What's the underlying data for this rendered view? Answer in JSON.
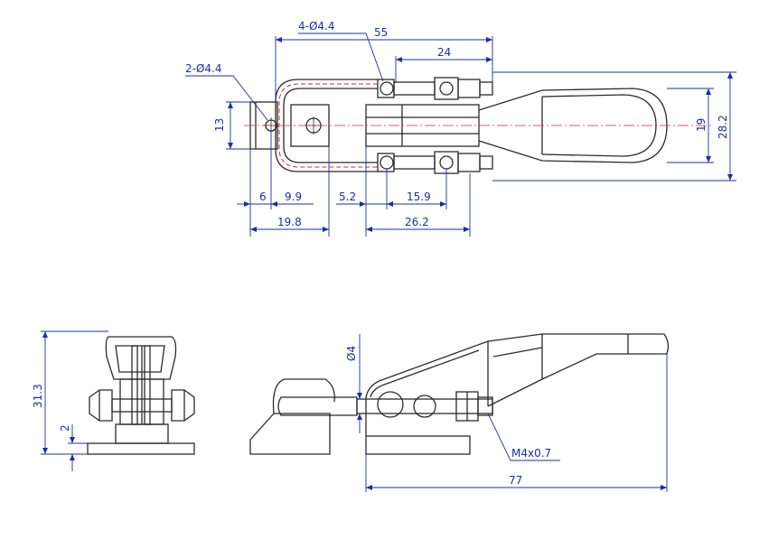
{
  "colors": {
    "outline": "#2b2b2b",
    "dimension": "#1a2fa3",
    "hidden": "#c03030",
    "background": "#ffffff"
  },
  "top_view": {
    "holes_4": "4-Ø4.4",
    "holes_2": "2-Ø4.4",
    "dim_55": "55",
    "dim_24": "24",
    "dim_13": "13",
    "dim_19": "19",
    "dim_28_2": "28.2",
    "dim_6": "6",
    "dim_9_9": "9.9",
    "dim_5_2": "5.2",
    "dim_15_9": "15.9",
    "dim_19_8": "19.8",
    "dim_26_2": "26.2"
  },
  "end_view": {
    "dim_31_3": "31.3",
    "dim_2": "2"
  },
  "side_view": {
    "dim_dia4": "Ø4",
    "thread": "M4x0.7",
    "dim_77": "77"
  }
}
